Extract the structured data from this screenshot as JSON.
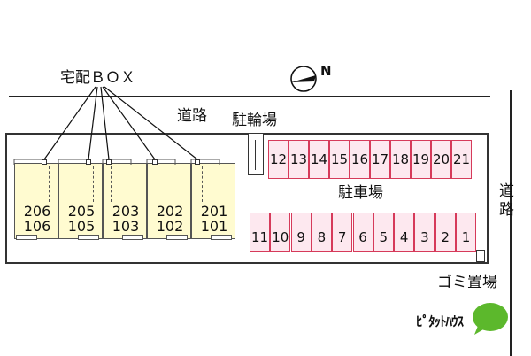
{
  "labels": {
    "delivery_box": "宅配ＢＯＸ",
    "road_top": "道路",
    "bicycle_parking": "駐輪場",
    "parking": "駐車場",
    "road_right_1": "道",
    "road_right_2": "路",
    "garbage": "ゴミ置場",
    "compass_letter": "N",
    "logo": "ﾋﾟﾀｯﾄﾊｳｽ"
  },
  "units": [
    {
      "upper": "206",
      "lower": "106"
    },
    {
      "upper": "205",
      "lower": "105"
    },
    {
      "upper": "203",
      "lower": "103"
    },
    {
      "upper": "202",
      "lower": "102"
    },
    {
      "upper": "201",
      "lower": "101"
    }
  ],
  "parking_top": [
    "12",
    "13",
    "14",
    "15",
    "16",
    "17",
    "18",
    "19",
    "20",
    "21"
  ],
  "parking_bottom": [
    "11",
    "10",
    "9",
    "8",
    "7",
    "6",
    "5",
    "4",
    "3",
    "2",
    "1"
  ],
  "colors": {
    "unit_fill": "#fffbd0",
    "parking_fill": "#fde8ef",
    "parking_border": "#d63a5a",
    "logo_green": "#5cb82c"
  }
}
